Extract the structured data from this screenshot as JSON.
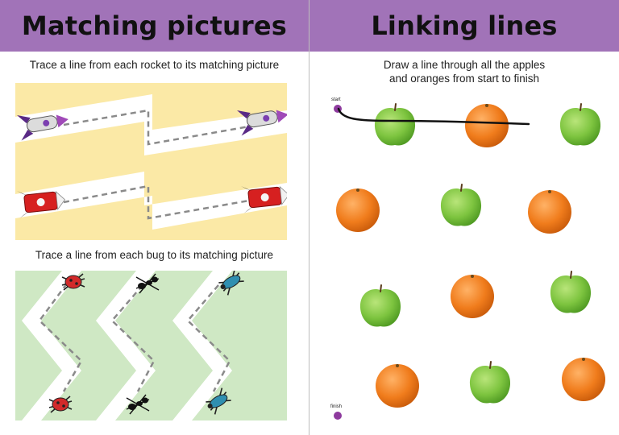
{
  "left_page": {
    "title": "Matching pictures",
    "rocket_instruction": "Trace a line from each rocket to its matching picture",
    "bug_instruction": "Trace a line from each bug to its matching picture"
  },
  "right_page": {
    "title": "Linking lines",
    "instruction_line1": "Draw a line through all the apples",
    "instruction_line2": "and oranges from start to finish",
    "start_label": "start",
    "finish_label": "finish",
    "fruits": [
      {
        "type": "apple"
      },
      {
        "type": "orange"
      },
      {
        "type": "apple"
      },
      {
        "type": "orange"
      },
      {
        "type": "apple"
      },
      {
        "type": "orange"
      },
      {
        "type": "apple"
      },
      {
        "type": "orange"
      },
      {
        "type": "apple"
      },
      {
        "type": "orange"
      },
      {
        "type": "apple"
      },
      {
        "type": "orange"
      }
    ]
  },
  "colors": {
    "header": "#a173b8",
    "rocket_band": "#fbe9a6",
    "bug_band": "#cfe8c4",
    "path_dash": "#8a8a8a",
    "apple": "#7dc43f",
    "orange": "#f07c1c",
    "dot": "#8e3a9e"
  }
}
